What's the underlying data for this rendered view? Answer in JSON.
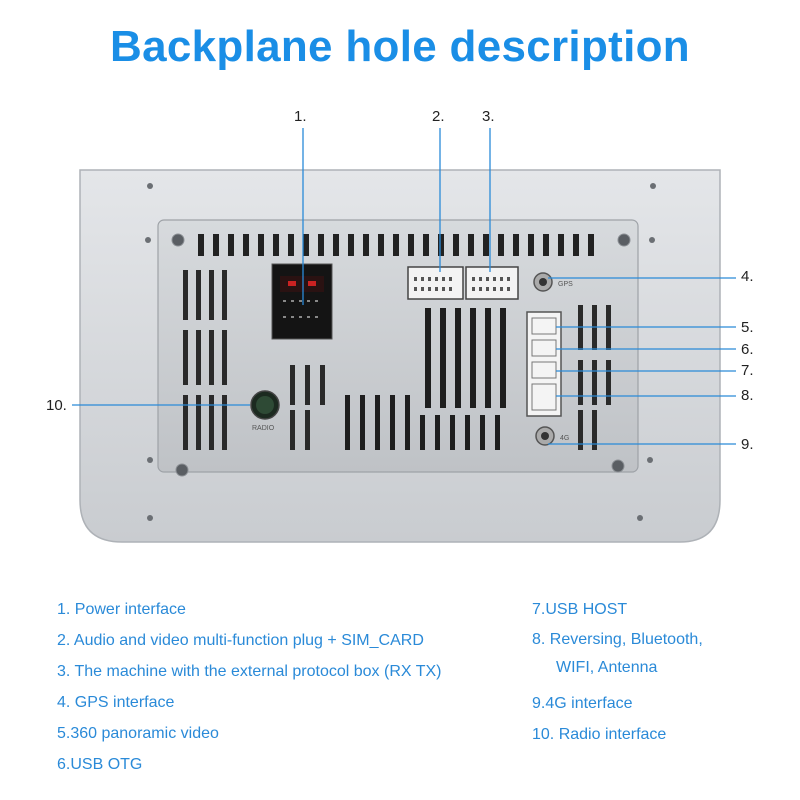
{
  "title": "Backplane hole description",
  "callouts": [
    "1.",
    "2.",
    "3.",
    "4.",
    "5.",
    "6.",
    "7.",
    "8.",
    "9.",
    "10."
  ],
  "panel_labels": {
    "gps": "GPS",
    "fourg": "4G",
    "radio": "RADIO"
  },
  "legend_left": [
    "1. Power interface",
    "2. Audio and video multi-function plug + SIM_CARD",
    "3. The machine with the external protocol box (RX TX)",
    "4. GPS interface",
    "5.360 panoramic video",
    "6.USB OTG"
  ],
  "legend_right": [
    "7.USB HOST",
    "8. Reversing, Bluetooth,",
    "WIFI, Antenna",
    "9.4G interface",
    "10. Radio interface"
  ],
  "colors": {
    "title": "#1a8ee6",
    "callout_line": "#2a8ad8",
    "legend_text": "#2a8ad8",
    "panel": "#d5d8dc"
  }
}
